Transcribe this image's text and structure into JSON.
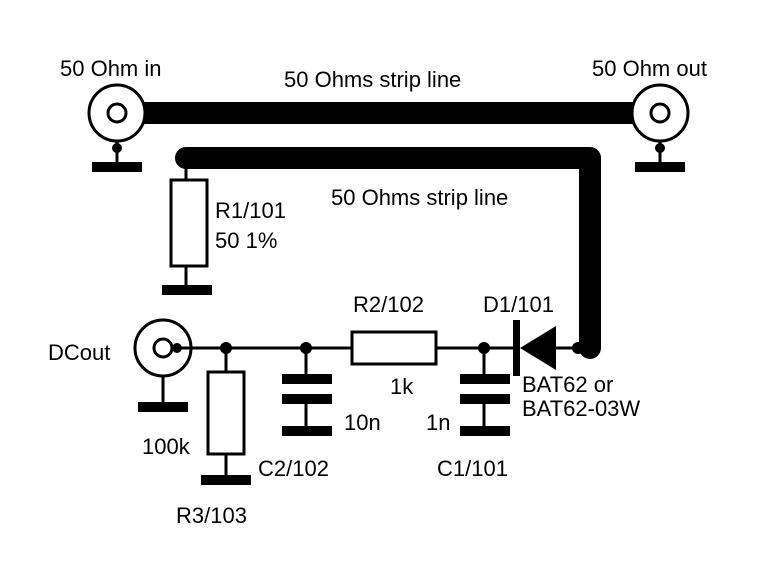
{
  "connectors": {
    "in_label": "50 Ohm in",
    "out_label": "50 Ohm out",
    "dc_label": "DCout"
  },
  "strip_lines": {
    "top_label": "50 Ohms strip line",
    "loop_label": "50 Ohms strip line"
  },
  "components": {
    "r1": {
      "ref": "R1/101",
      "value": "50 1%"
    },
    "r2": {
      "ref": "R2/102",
      "value": "1k"
    },
    "r3": {
      "ref": "R3/103",
      "value": "100k"
    },
    "c1": {
      "ref": "C1/101",
      "value": "1n"
    },
    "c2": {
      "ref": "C2/102",
      "value": "10n"
    },
    "d1": {
      "ref": "D1/101",
      "part_line1": "BAT62 or",
      "part_line2": "BAT62-03W"
    }
  }
}
